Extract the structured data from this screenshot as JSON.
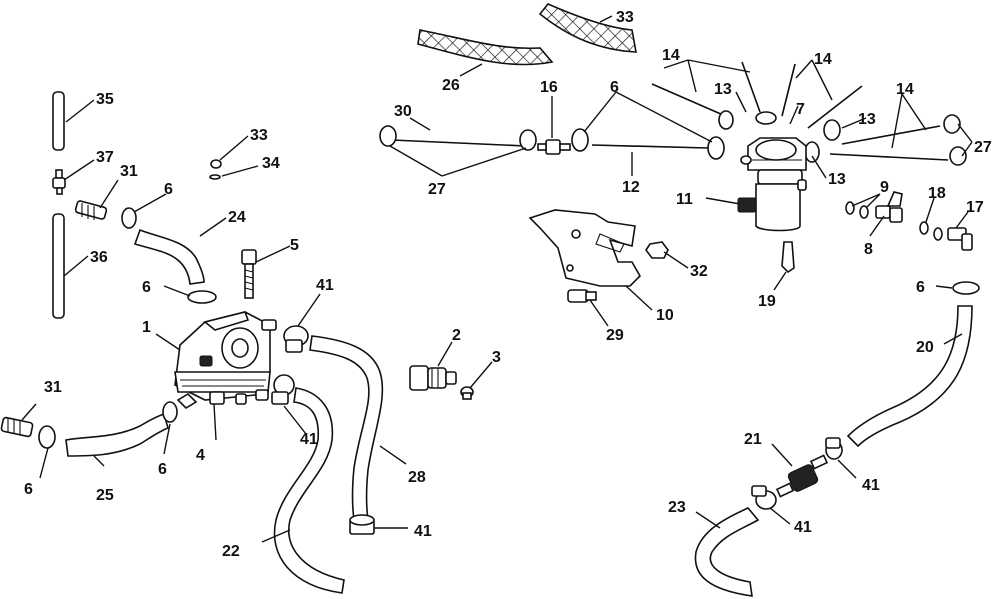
{
  "diagram": {
    "labels": {
      "p1": "1",
      "p2": "2",
      "p3": "3",
      "p4": "4",
      "p5": "5",
      "p6a": "6",
      "p6b": "6",
      "p6c": "6",
      "p6d": "6",
      "p6e": "6",
      "p6f": "6",
      "p7": "7",
      "p8": "8",
      "p9": "9",
      "p10": "10",
      "p11": "11",
      "p12": "12",
      "p13a": "13",
      "p13b": "13",
      "p13c": "13",
      "p14a": "14",
      "p14b": "14",
      "p14c": "14",
      "p16": "16",
      "p17": "17",
      "p18": "18",
      "p19": "19",
      "p20": "20",
      "p21": "21",
      "p22": "22",
      "p23": "23",
      "p24": "24",
      "p25": "25",
      "p26": "26",
      "p27a": "27",
      "p27b": "27",
      "p28": "28",
      "p29": "29",
      "p30": "30",
      "p31a": "31",
      "p31b": "31",
      "p32": "32",
      "p33a": "33",
      "p33b": "33",
      "p34": "34",
      "p35": "35",
      "p36": "36",
      "p37": "37",
      "p41a": "41",
      "p41b": "41",
      "p41c": "41",
      "p41d": "41",
      "p41e": "41"
    }
  }
}
